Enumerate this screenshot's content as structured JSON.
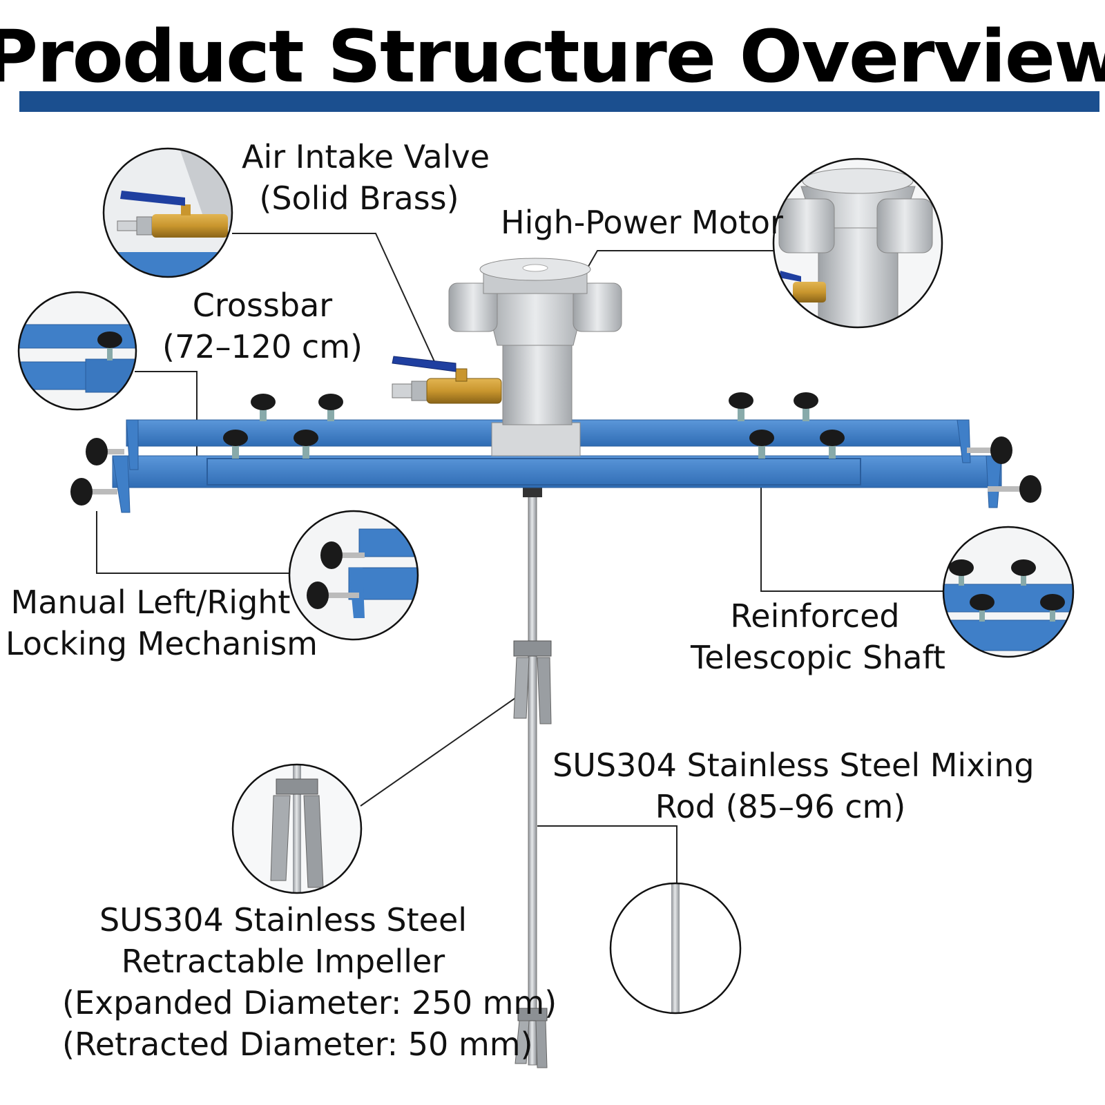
{
  "title": "Product Structure Overview",
  "colors": {
    "accent": "#1b4f8f",
    "frame_blue": "#3f7fc8",
    "steel": "#b9bcc0",
    "brass": "#c9962e",
    "knob": "#1a1a1a"
  },
  "labels": {
    "air_intake_valve": {
      "line1": "Air Intake Valve",
      "line2": "(Solid Brass)"
    },
    "high_power_motor": {
      "line1": "High-Power Motor"
    },
    "crossbar": {
      "line1": "Crossbar",
      "line2": "(72–120 cm)"
    },
    "locking_mechanism": {
      "line1": "Manual Left/Right",
      "line2": "Locking Mechanism"
    },
    "telescopic_shaft": {
      "line1": "Reinforced",
      "line2": "Telescopic Shaft"
    },
    "mixing_rod": {
      "line1": "SUS304 Stainless Steel Mixing",
      "line2": "Rod (85–96 cm)"
    },
    "impeller": {
      "line1": "SUS304 Stainless Steel",
      "line2": "Retractable Impeller",
      "line3": "(Expanded Diameter: 250 mm)",
      "line4": "(Retracted Diameter: 50 mm)"
    }
  }
}
